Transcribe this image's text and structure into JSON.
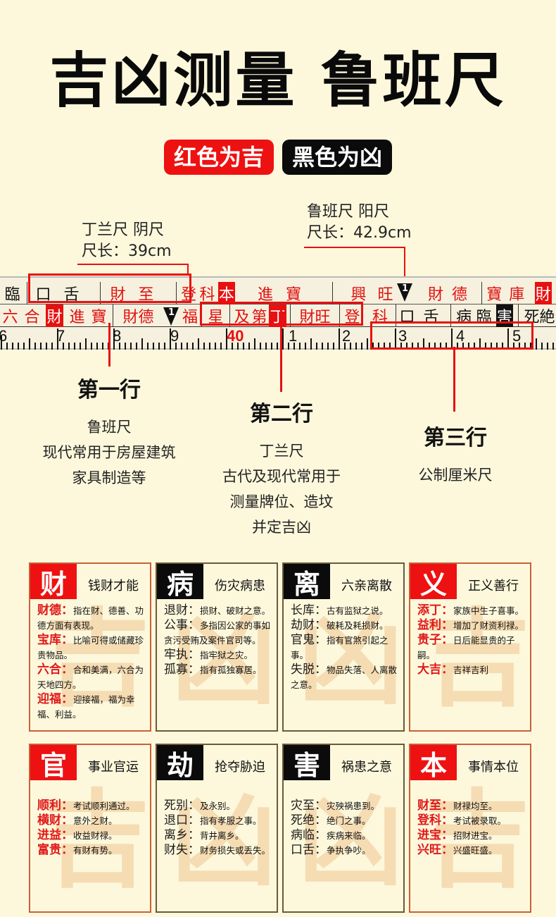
{
  "title": "吉凶测量 鲁班尺",
  "badges": {
    "lucky": "红色为吉",
    "unlucky": "黑色为凶"
  },
  "annotations": {
    "dinglan": {
      "line1": "丁兰尺  阴尺",
      "line2": "尺长：39cm"
    },
    "luban": {
      "line1": "鲁班尺  阳尺",
      "line2": "尺长：42.9cm"
    }
  },
  "ruler": {
    "row1": [
      "臨",
      "口舌",
      "財至",
      "登科本",
      "進寶",
      "興旺",
      "財德",
      "寶庫"
    ],
    "row2": [
      "六合財",
      "進寶",
      "財德",
      "福",
      "星",
      "及第丁",
      "財旺",
      "登",
      "科",
      "口舌",
      "病臨害",
      "死絶"
    ],
    "marker_label": "1",
    "cm_ticks": [
      "6",
      "7",
      "8",
      "9",
      "1",
      "2",
      "3",
      "4",
      "5"
    ],
    "dinglan_mark": "40"
  },
  "sections": [
    {
      "heading": "第一行",
      "lines": [
        "鲁班尺",
        "现代常用于房屋建筑",
        "家具制造等"
      ]
    },
    {
      "heading": "第二行",
      "lines": [
        "丁兰尺",
        "古代及现代常用于",
        "测量牌位、造坟",
        "并定吉凶"
      ]
    },
    {
      "heading": "第三行",
      "lines": [
        "公制厘米尺"
      ]
    }
  ],
  "cards": [
    {
      "char": "财",
      "subtitle": "钱财才能",
      "type": "lucky",
      "watermark": "吉",
      "entries": [
        {
          "key": "财德：",
          "text": "指在财、德善、功德方面有表现。"
        },
        {
          "key": "宝库：",
          "text": "比喻可得或储藏珍贵物品。"
        },
        {
          "key": "六合：",
          "text": "合和美满，六合为天地四方。"
        },
        {
          "key": "迎福：",
          "text": "迎接福，福为幸福、利益。"
        }
      ]
    },
    {
      "char": "病",
      "subtitle": "伤灾病患",
      "type": "bad",
      "watermark": "凶",
      "entries": [
        {
          "key": "退财：",
          "text": "损财、破财之意。"
        },
        {
          "key": "公事：",
          "text": "多指因公家的事如贪污受贿及案件官司等。"
        },
        {
          "key": "牢执：",
          "text": "指牢狱之灾。"
        },
        {
          "key": "孤寡：",
          "text": "指有孤独寡居。"
        }
      ]
    },
    {
      "char": "离",
      "subtitle": "六亲离散",
      "type": "bad",
      "watermark": "凶",
      "entries": [
        {
          "key": "长库：",
          "text": "古有监狱之说。"
        },
        {
          "key": "劫财：",
          "text": "破耗及耗损财。"
        },
        {
          "key": "官鬼：",
          "text": "指有官煞引起之事。"
        },
        {
          "key": "失脱：",
          "text": "物品失落、人离散之意。"
        }
      ]
    },
    {
      "char": "义",
      "subtitle": "正义善行",
      "type": "lucky",
      "watermark": "吉",
      "entries": [
        {
          "key": "添丁：",
          "text": "家族中生子喜事。"
        },
        {
          "key": "益利：",
          "text": "增加了财资利禄。"
        },
        {
          "key": "贵子：",
          "text": "日后能显贵的子嗣。"
        },
        {
          "key": "大吉：",
          "text": "吉祥吉利"
        }
      ]
    },
    {
      "char": "官",
      "subtitle": "事业官运",
      "type": "lucky",
      "watermark": "吉",
      "entries": [
        {
          "key": "顺利：",
          "text": "考试顺利通过。"
        },
        {
          "key": "横财：",
          "text": "意外之财。"
        },
        {
          "key": "进益：",
          "text": "收益财禄。"
        },
        {
          "key": "富贵：",
          "text": "有财有势。"
        }
      ]
    },
    {
      "char": "劫",
      "subtitle": "抢夺胁迫",
      "type": "bad",
      "watermark": "凶",
      "entries": [
        {
          "key": "死别：",
          "text": "及永别。"
        },
        {
          "key": "退口：",
          "text": "指有孝服之事。"
        },
        {
          "key": "离乡：",
          "text": "背井离乡。"
        },
        {
          "key": "财失：",
          "text": "财务损失或丢失。"
        }
      ]
    },
    {
      "char": "害",
      "subtitle": "祸患之意",
      "type": "bad",
      "watermark": "凶",
      "entries": [
        {
          "key": "灾至：",
          "text": "灾殃祸患到。"
        },
        {
          "key": "死绝：",
          "text": "绝门之事。"
        },
        {
          "key": "病临：",
          "text": "疾病来临。"
        },
        {
          "key": "口舌：",
          "text": "争执争吵。"
        }
      ]
    },
    {
      "char": "本",
      "subtitle": "事情本位",
      "type": "lucky",
      "watermark": "吉",
      "entries": [
        {
          "key": "财至：",
          "text": "财禄均至。"
        },
        {
          "key": "登科：",
          "text": "考试被录取。"
        },
        {
          "key": "进宝：",
          "text": "招财进宝。"
        },
        {
          "key": "兴旺：",
          "text": "兴盛旺盛。"
        }
      ]
    }
  ]
}
